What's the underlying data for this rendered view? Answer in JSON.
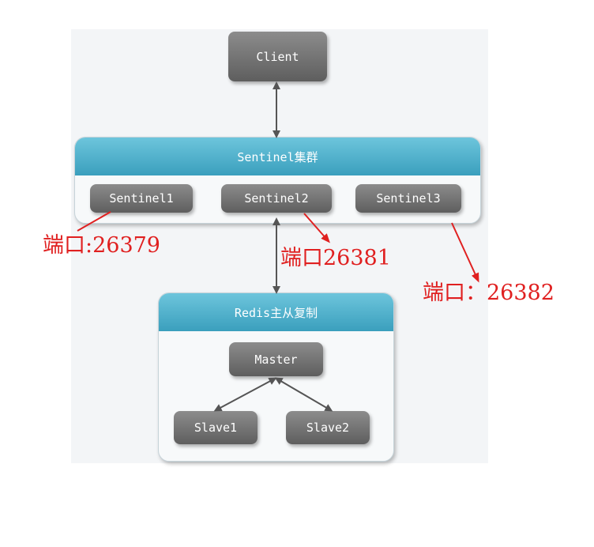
{
  "client": {
    "label": "Client"
  },
  "sentinel_cluster": {
    "title": "Sentinel集群",
    "nodes": [
      {
        "label": "Sentinel1"
      },
      {
        "label": "Sentinel2"
      },
      {
        "label": "Sentinel3"
      }
    ]
  },
  "redis_replication": {
    "title": "Redis主从复制",
    "master": {
      "label": "Master"
    },
    "slaves": [
      {
        "label": "Slave1"
      },
      {
        "label": "Slave2"
      }
    ]
  },
  "annotations": [
    {
      "text": "端口:26379"
    },
    {
      "text": "端口26381"
    },
    {
      "text": "端口：26382"
    }
  ],
  "colors": {
    "node_gray": "#6e6e6e",
    "header_blue": "#4aaecb",
    "annotation_red": "#e02020",
    "connector_gray": "#555555"
  }
}
